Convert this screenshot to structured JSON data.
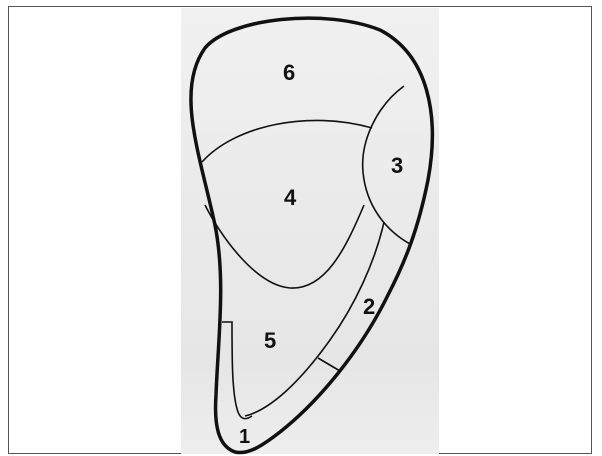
{
  "diagram": {
    "regions": [
      {
        "id": "1",
        "label": "1"
      },
      {
        "id": "2",
        "label": "2"
      },
      {
        "id": "3",
        "label": "3"
      },
      {
        "id": "4",
        "label": "4"
      },
      {
        "id": "5",
        "label": "5"
      },
      {
        "id": "6",
        "label": "6"
      }
    ]
  }
}
